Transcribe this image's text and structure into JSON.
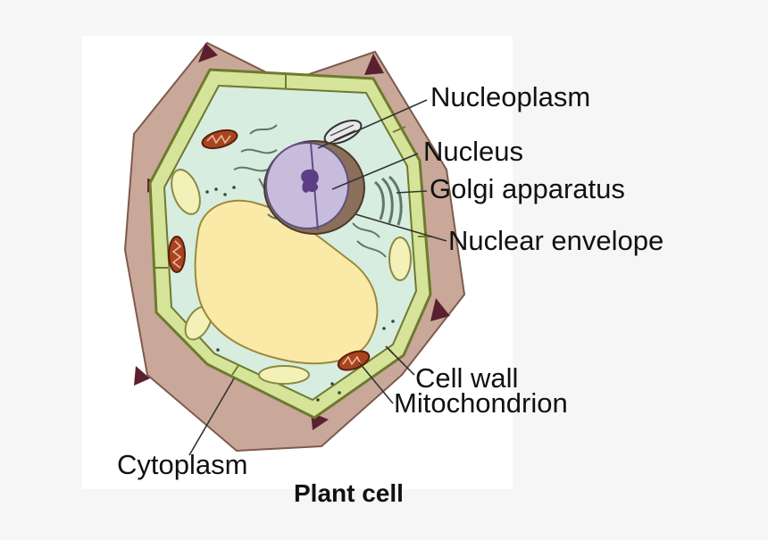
{
  "diagram": {
    "caption": "Plant cell",
    "labels": {
      "nucleoplasm": "Nucleoplasm",
      "nucleus": "Nucleus",
      "golgi": "Golgi apparatus",
      "nuclear_envelope": "Nuclear envelope",
      "cell_wall": "Cell wall",
      "mitochondrion": "Mitochondrion",
      "cytoplasm": "Cytoplasm"
    }
  },
  "colors": {
    "background": "#f6f6f6",
    "panel": "#ffffff",
    "neighbor_cell": "#c9a89a",
    "cell_wall": "#d6e49a",
    "cell_wall_edge": "#6e7a2e",
    "cytoplasm": "#d7ede0",
    "vacuole": "#fbe9a8",
    "nucleus": "#c7bcdc",
    "mitochondrion": "#a8441f",
    "leader_line": "#333333"
  }
}
